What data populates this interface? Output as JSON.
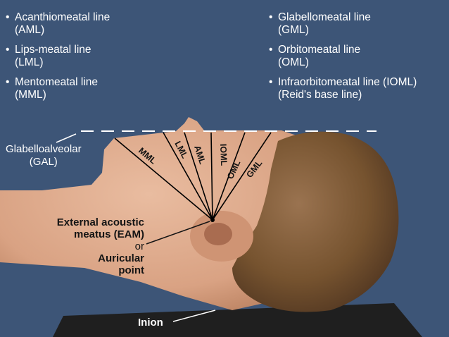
{
  "left_lines": [
    {
      "name": "Acanthiomeatal line",
      "abbr": "(AML)"
    },
    {
      "name": "Lips-meatal line",
      "abbr": "(LML)"
    },
    {
      "name": "Mentomeatal line",
      "abbr": "(MML)"
    }
  ],
  "right_lines": [
    {
      "name": "Glabellomeatal line",
      "abbr": "(GML)"
    },
    {
      "name": "Orbitomeatal line",
      "abbr": "(OML)"
    },
    {
      "name": "Infraorbitomeatal line (IOML)",
      "abbr": "(Reid's base line)"
    }
  ],
  "bullet": "•",
  "line_labels": {
    "mml": "MML",
    "lml": "LML",
    "aml": "AML",
    "ioml": "IOML",
    "oml": "OML",
    "gml": "GML"
  },
  "gal_label": {
    "line1": "Glabelloalveolar",
    "line2": "(GAL)"
  },
  "eam_label": {
    "line1": "External acoustic",
    "line2": "meatus (EAM)",
    "line3": "or",
    "line4": "Auricular",
    "line5": "point"
  },
  "inion_label": "Inion",
  "colors": {
    "background": "#3d5577",
    "skin": "#ddaa8d",
    "hair": "#7a5738",
    "text_light": "#ffffff",
    "text_dark": "#141414",
    "lines": "#000000",
    "dashed_line": "#ffffff"
  }
}
